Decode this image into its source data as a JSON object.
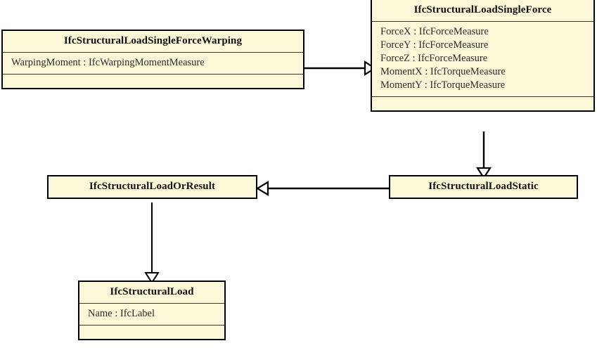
{
  "diagram": {
    "type": "uml-class-diagram",
    "title": "IfcStructuralLoadSingleForceWarping inheritance",
    "background_color": "#ffffff",
    "class_fill_color": "#fbf8d8",
    "class_border_color": "#000000",
    "relationship_type": "generalization"
  },
  "classes": {
    "single_force_warping": {
      "name": "IfcStructuralLoadSingleForceWarping",
      "attributes": [
        "WarpingMoment : IfcWarpingMomentMeasure"
      ]
    },
    "single_force": {
      "name": "IfcStructuralLoadSingleForce",
      "attributes": [
        "ForceX : IfcForceMeasure",
        "ForceY : IfcForceMeasure",
        "ForceZ : IfcForceMeasure",
        "MomentX : IfcTorqueMeasure",
        "MomentY : IfcTorqueMeasure"
      ]
    },
    "load_or_result": {
      "name": "IfcStructuralLoadOrResult",
      "attributes": []
    },
    "load_static": {
      "name": "IfcStructuralLoadStatic",
      "attributes": []
    },
    "structural_load": {
      "name": "IfcStructuralLoad",
      "attributes": [
        "Name : IfcLabel"
      ]
    }
  },
  "relationships": [
    {
      "id": "warping-to-single-force",
      "from": "IfcStructuralLoadSingleForceWarping",
      "to": "IfcStructuralLoadSingleForce",
      "kind": "generalization",
      "direction": "right"
    },
    {
      "id": "single-force-to-static",
      "from": "IfcStructuralLoadSingleForce",
      "to": "IfcStructuralLoadStatic",
      "kind": "generalization",
      "direction": "down"
    },
    {
      "id": "static-to-load-or-result",
      "from": "IfcStructuralLoadStatic",
      "to": "IfcStructuralLoadOrResult",
      "kind": "generalization",
      "direction": "left"
    },
    {
      "id": "load-or-result-to-structural-load",
      "from": "IfcStructuralLoadOrResult",
      "to": "IfcStructuralLoad",
      "kind": "generalization",
      "direction": "down"
    }
  ]
}
